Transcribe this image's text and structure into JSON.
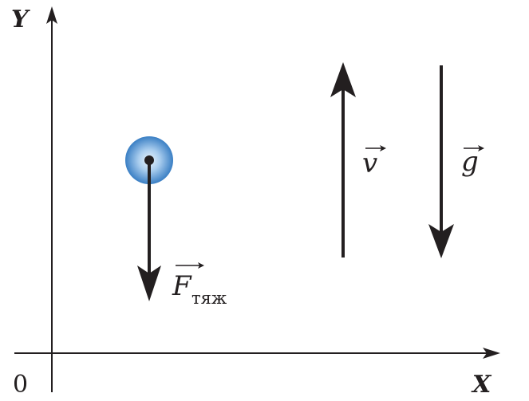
{
  "axes": {
    "y_label": "Y",
    "x_label": "X",
    "origin_label": "0"
  },
  "vectors": {
    "gravity_force": {
      "symbol": "F",
      "subscript": "тяж"
    },
    "velocity": {
      "symbol": "v"
    },
    "acceleration": {
      "symbol": "g"
    }
  },
  "colors": {
    "ink": "#231f20",
    "ball_center": "#cfe6f8",
    "ball_edge": "#3a7fc4"
  }
}
